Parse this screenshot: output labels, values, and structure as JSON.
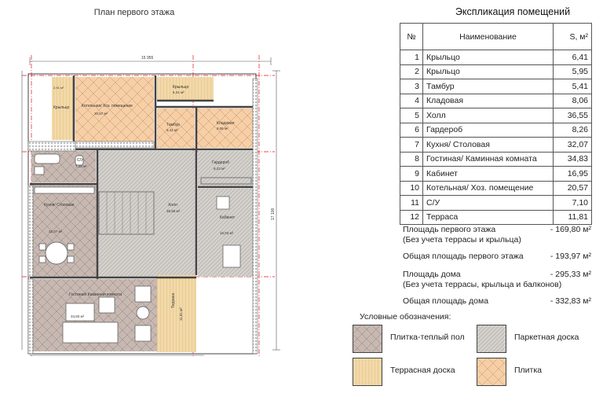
{
  "plan": {
    "title": "План первого этажа",
    "dimension_total": "15 955",
    "dimension_side": "17 100",
    "rooms": {
      "porch_left": "Крыльцо",
      "porch_left_area": "2,91 м²",
      "boiler": "Котельная/ Хоз. помещение",
      "boiler_area": "20,57 м²",
      "porch_right": "Крыльцо",
      "porch_right_area": "6,41 м²",
      "vestibule": "Тамбур",
      "vestibule_area": "5,41 м²",
      "storage": "Кладовая",
      "storage_area": "8,06 м²",
      "wc": "С/У",
      "wc_area": "7,10 м²",
      "wardrobe": "Гардероб",
      "wardrobe_area": "8,23 м²",
      "kitchen": "Кухня/ Столовая",
      "kitchen_area": "32,07 м²",
      "hall": "Холл",
      "hall_area": "36,55 м²",
      "office": "Кабинет",
      "office_area": "16,93 м²",
      "living": "Гостиная/ Каминная комната",
      "living_area": "34,83 м²",
      "terrace": "Терраса",
      "terrace_area": "11,81 м²"
    }
  },
  "explication": {
    "title": "Экспликация помещений",
    "headers": {
      "no": "№",
      "name": "Наименование",
      "area": "S, м²"
    },
    "rows": [
      {
        "no": "1",
        "name": "Крыльцо",
        "area": "6,41"
      },
      {
        "no": "2",
        "name": "Крыльцо",
        "area": "5,95"
      },
      {
        "no": "3",
        "name": "Тамбур",
        "area": "5,41"
      },
      {
        "no": "4",
        "name": "Кладовая",
        "area": "8,06"
      },
      {
        "no": "5",
        "name": "Холл",
        "area": "36,55"
      },
      {
        "no": "6",
        "name": "Гардероб",
        "area": "8,26"
      },
      {
        "no": "7",
        "name": "Кухня/ Столовая",
        "area": "32,07"
      },
      {
        "no": "8",
        "name": "Гостиная/ Каминная комната",
        "area": "34,83"
      },
      {
        "no": "9",
        "name": "Кабинет",
        "area": "16,95"
      },
      {
        "no": "10",
        "name": "Котельная/ Хоз. помещение",
        "area": "20,57"
      },
      {
        "no": "11",
        "name": "С/У",
        "area": "7,10"
      },
      {
        "no": "12",
        "name": "Терраса",
        "area": "11,81"
      }
    ]
  },
  "summary": {
    "first_floor_label": "Площадь первого этажа",
    "first_floor_note": "(Без учета террасы и крыльца)",
    "first_floor_value": "- 169,80 м²",
    "first_floor_total_label": "Общая площадь первого этажа",
    "first_floor_total_value": "- 193,97 м²",
    "house_label": "Площадь дома",
    "house_note": "(Без учета террасы, крыльца и балконов)",
    "house_value": "- 295,33 м²",
    "house_total_label": "Общая площадь дома",
    "house_total_value": "- 332,83 м²"
  },
  "legend": {
    "title": "Условные обозначения:",
    "items": [
      {
        "label": "Плитка-теплый пол"
      },
      {
        "label": "Паркетная доска"
      },
      {
        "label": "Террасная доска"
      },
      {
        "label": "Плитка"
      }
    ]
  },
  "colors": {
    "tile_warm": "#c7b9b2",
    "parquet": "#d3d0cc",
    "terrace": "#f3d9a8",
    "tile": "#f6cfa7",
    "wall": "#555555",
    "dim_red": "#e0141b"
  }
}
